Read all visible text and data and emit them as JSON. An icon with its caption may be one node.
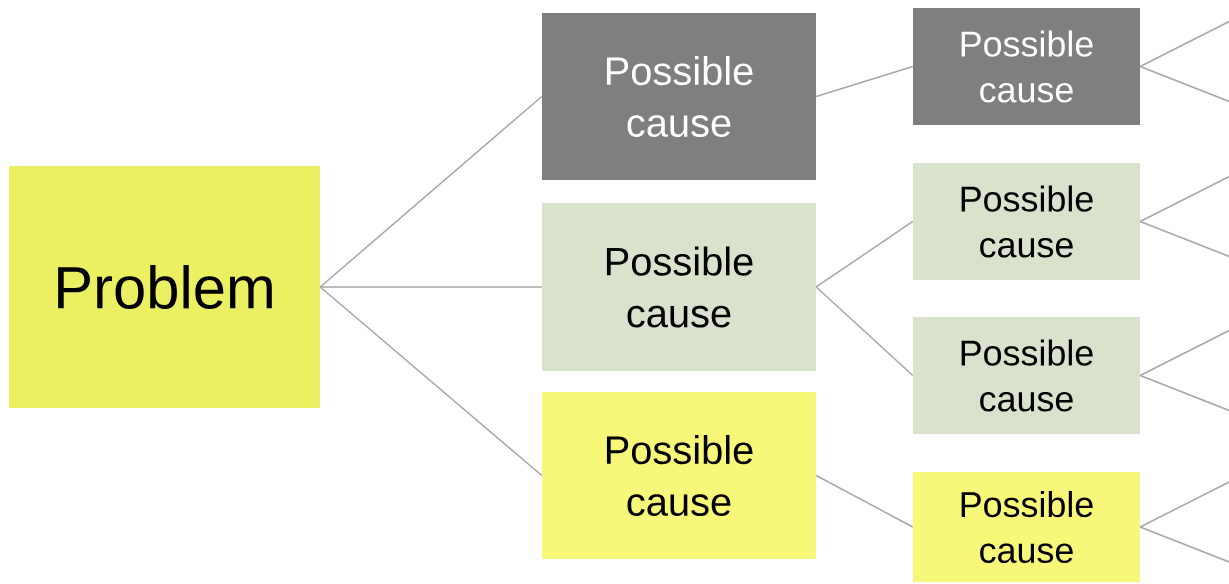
{
  "diagram": {
    "nodes": [
      {
        "text": [
          "Problem"
        ]
      },
      {
        "text": [
          "Possible cause"
        ]
      },
      {
        "text": [
          "Possible cause"
        ]
      },
      {
        "text": [
          "Possible cause"
        ]
      },
      {
        "text": [
          "Possible cause"
        ]
      },
      {
        "text": [
          "Possible cause"
        ]
      },
      {
        "text": [
          "Possible cause"
        ]
      },
      {
        "text": [
          "Possible cause"
        ]
      }
    ],
    "edges": [
      {
        "from": 0,
        "to": 1,
        "arrow": "none"
      },
      {
        "from": 0,
        "to": 2,
        "arrow": "none"
      },
      {
        "from": 0,
        "to": 3,
        "arrow": "none"
      },
      {
        "from": 1,
        "to": 4,
        "arrow": "none"
      },
      {
        "from": 2,
        "to": 5,
        "arrow": "none"
      },
      {
        "from": 2,
        "to": 6,
        "arrow": "none"
      },
      {
        "from": 3,
        "to": 7,
        "arrow": "none"
      },
      {
        "from": 4,
        "to": null,
        "arrow": "none"
      },
      {
        "from": 4,
        "to": null,
        "arrow": "none"
      },
      {
        "from": 5,
        "to": null,
        "arrow": "none"
      },
      {
        "from": 5,
        "to": null,
        "arrow": "none"
      },
      {
        "from": 6,
        "to": null,
        "arrow": "none"
      },
      {
        "from": 6,
        "to": null,
        "arrow": "none"
      },
      {
        "from": 7,
        "to": null,
        "arrow": "none"
      },
      {
        "from": 7,
        "to": null,
        "arrow": "none"
      }
    ]
  }
}
